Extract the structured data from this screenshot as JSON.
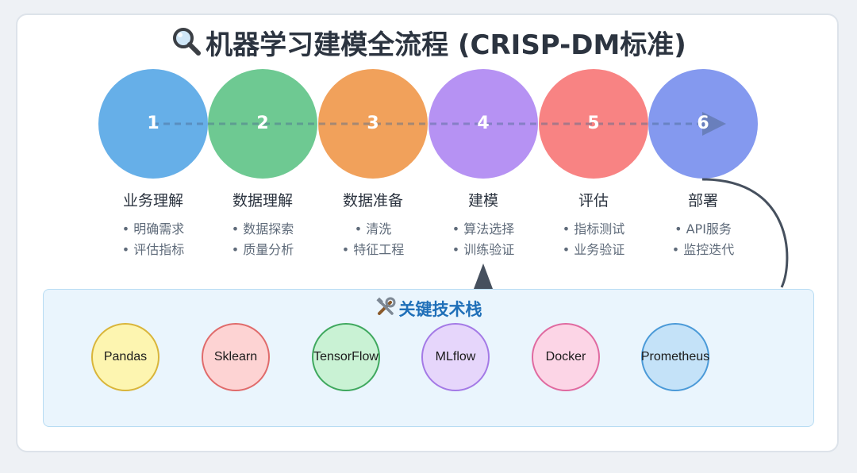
{
  "title": {
    "icon": "magnifier-icon",
    "text": "机器学习建模全流程 (CRISP-DM标准)"
  },
  "steps": [
    {
      "number": "1",
      "name": "业务理解",
      "details": [
        "• 明确需求",
        "• 评估指标"
      ],
      "color": "#5aa9e6"
    },
    {
      "number": "2",
      "name": "数据理解",
      "details": [
        "• 数据探索",
        "• 质量分析"
      ],
      "color": "#63c58a"
    },
    {
      "number": "3",
      "name": "数据准备",
      "details": [
        "• 清洗",
        "• 特征工程"
      ],
      "color": "#f09a4f"
    },
    {
      "number": "4",
      "name": "建模",
      "details": [
        "• 算法选择",
        "• 训练验证"
      ],
      "color": "#b08af2"
    },
    {
      "number": "5",
      "name": "评估",
      "details": [
        "• 指标测试",
        "• 业务验证"
      ],
      "color": "#f77a7a"
    },
    {
      "number": "6",
      "name": "部署",
      "details": [
        "• API服务",
        "• 监控迭代"
      ],
      "color": "#7b91ee"
    }
  ],
  "tech_stack": {
    "icon": "tools-icon",
    "title": "关键技术栈",
    "items": [
      {
        "label": "Pandas",
        "fill": "#fdf5b0",
        "border": "#d9b53a"
      },
      {
        "label": "Sklearn",
        "fill": "#fdd3d3",
        "border": "#e06b6b"
      },
      {
        "label": "TensorFlow",
        "fill": "#c9f2d4",
        "border": "#3fa85e"
      },
      {
        "label": "MLflow",
        "fill": "#e6d6fb",
        "border": "#a47ae6"
      },
      {
        "label": "Docker",
        "fill": "#fcd5e6",
        "border": "#e06aa0"
      },
      {
        "label": "Prometheus",
        "fill": "#c4e2f8",
        "border": "#4b9ad8"
      }
    ]
  }
}
